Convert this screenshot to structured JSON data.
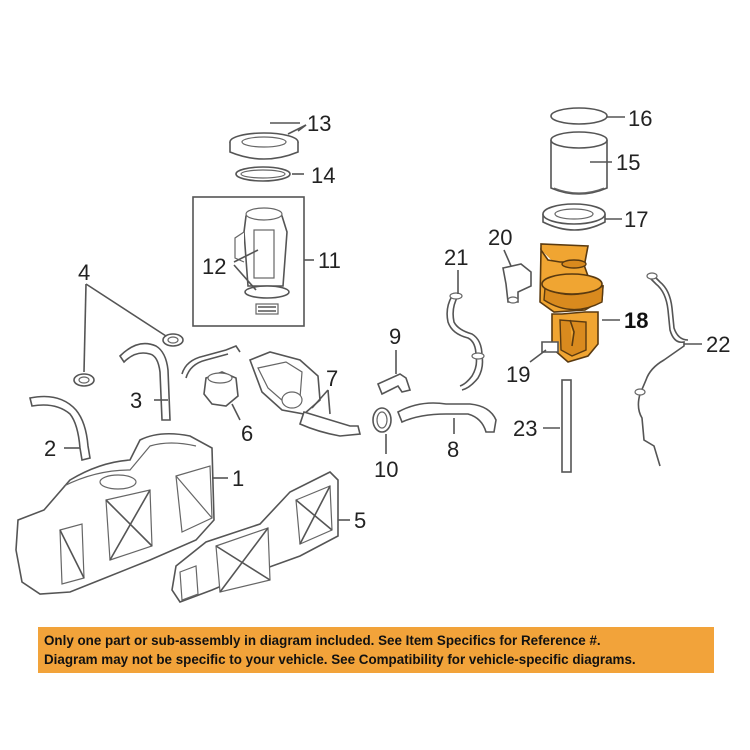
{
  "diagram": {
    "callouts": [
      "1",
      "2",
      "3",
      "4",
      "5",
      "6",
      "7",
      "8",
      "9",
      "10",
      "11",
      "12",
      "13",
      "14",
      "15",
      "16",
      "17",
      "18",
      "19",
      "20",
      "21",
      "22",
      "23"
    ],
    "highlight_color": "#f0a532"
  },
  "notice": {
    "line1": "Only one part or sub-assembly in diagram included. See Item Specifics for Reference #.",
    "line2": "Diagram may not be specific to your vehicle. See Compatibility for vehicle-specific diagrams.",
    "background": "#f2a33a"
  }
}
